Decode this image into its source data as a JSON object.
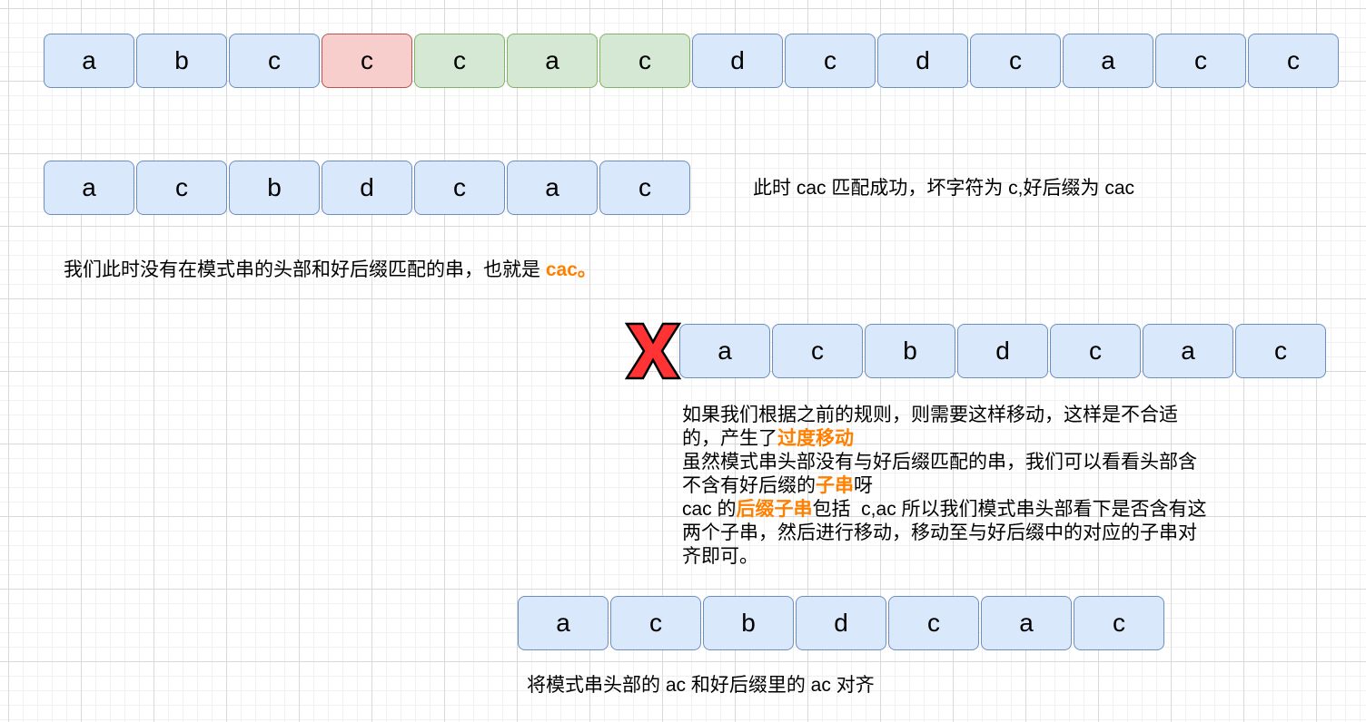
{
  "text_row": {
    "cells": [
      "a",
      "b",
      "c",
      "c",
      "c",
      "a",
      "c",
      "d",
      "c",
      "d",
      "c",
      "a",
      "c",
      "c"
    ],
    "states": [
      "normal",
      "normal",
      "normal",
      "bad",
      "good",
      "good",
      "good",
      "normal",
      "normal",
      "normal",
      "normal",
      "normal",
      "normal",
      "normal"
    ]
  },
  "pattern_row_1": {
    "cells": [
      "a",
      "c",
      "b",
      "d",
      "c",
      "a",
      "c"
    ]
  },
  "pattern_row_2": {
    "cells": [
      "a",
      "c",
      "b",
      "d",
      "c",
      "a",
      "c"
    ]
  },
  "pattern_row_3": {
    "cells": [
      "a",
      "c",
      "b",
      "d",
      "c",
      "a",
      "c"
    ]
  },
  "caption_match": "此时 cac 匹配成功，坏字符为 c,好后缀为 cac",
  "note_1": {
    "text": "我们此时没有在模式串的头部和好后缀匹配的串，也就是 ",
    "highlight": "cac。"
  },
  "wrong_icon": "x-mark-icon",
  "paragraph": {
    "l1": "如果我们根据之前的规则，则需要这样移动，这样是不合适",
    "l2a": "的，产生了",
    "l2b": "过度移动",
    "l3": "虽然模式串头部没有与好后缀匹配的串，我们可以看看头部含",
    "l4a": "不含有好后缀的",
    "l4b": "子串",
    "l4c": "呀",
    "l5a": "cac 的",
    "l5b": "后缀子串",
    "l5c": "包括  c,ac 所以我们模式串头部看下是否含有这",
    "l6": "两个子串，然后进行移动，移动至与好后缀中的对应的子串对",
    "l7": "齐即可。"
  },
  "caption_align": "将模式串头部的 ac 和好后缀里的 ac 对齐",
  "colors": {
    "highlight": "#ff8000",
    "cell_fill": "#dae8fc",
    "bad_fill": "#f8cecc",
    "good_fill": "#d5e8d4",
    "x": "#ff3333"
  }
}
